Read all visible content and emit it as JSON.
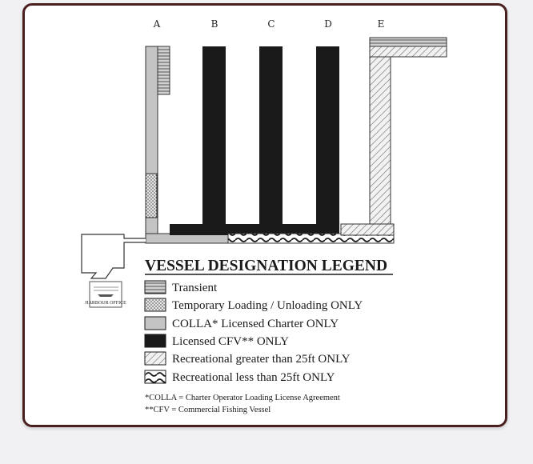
{
  "docks": [
    "A",
    "B",
    "C",
    "D",
    "E"
  ],
  "legend_title": "VESSEL DESIGNATION LEGEND",
  "legend_items": [
    {
      "label": "Transient",
      "pattern": "transient"
    },
    {
      "label": "Temporary Loading / Unloading ONLY",
      "pattern": "temporary"
    },
    {
      "label": "COLLA* Licensed Charter ONLY",
      "pattern": "colla"
    },
    {
      "label": "Licensed CFV** ONLY",
      "pattern": "cfv"
    },
    {
      "label": "Recreational greater than 25ft ONLY",
      "pattern": "rec_gt"
    },
    {
      "label": "Recreational less than 25ft ONLY",
      "pattern": "rec_lt"
    }
  ],
  "footnotes": [
    "*COLLA = Charter Operator Loading License Agreement",
    "**CFV = Commercial Fishing Vessel"
  ],
  "office_label": "HARBOUR OFFICE",
  "colors": {
    "frame": "#4a1f1f",
    "colla": "#c4c4c4",
    "cfv": "#1a1a1a",
    "transient": "#9a9a9a"
  }
}
